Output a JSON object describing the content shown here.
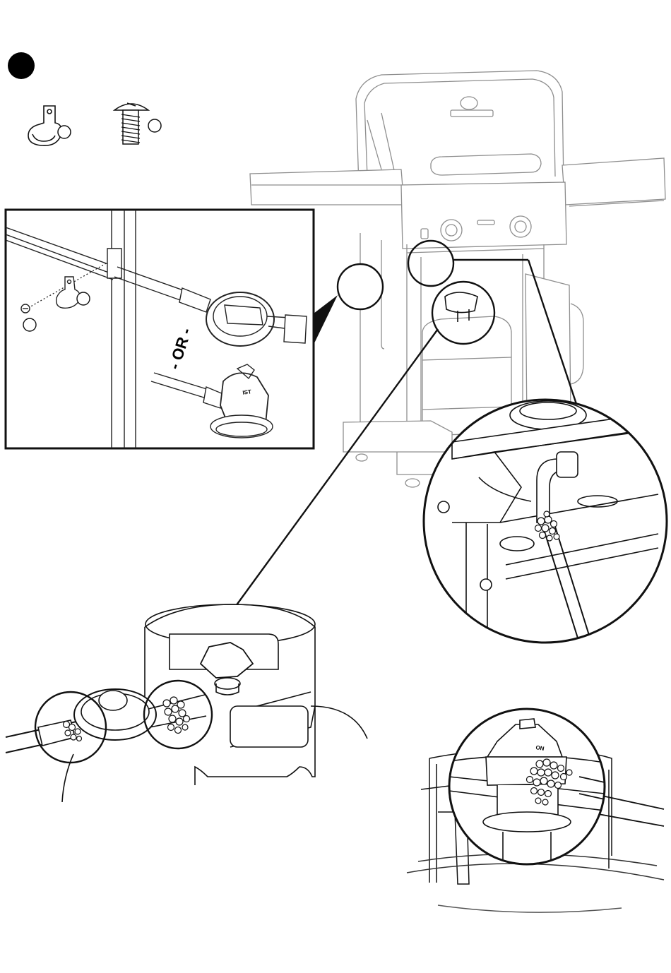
{
  "step": {
    "marker": "step-number-badge"
  },
  "parts": [
    {
      "name": "hose-clip",
      "icon": "hose-clip-icon",
      "label": ""
    },
    {
      "name": "screw",
      "icon": "screw-icon",
      "label": ""
    }
  ],
  "inset": {
    "or_text": "- OR -",
    "regulator_tag": "IST",
    "screw_callout": "",
    "clip_callout": ""
  },
  "leak_detail": {
    "regulator_on_label": "ON"
  },
  "colors": {
    "line": "#111111",
    "light_line": "#9a9a9a",
    "background": "#ffffff"
  }
}
